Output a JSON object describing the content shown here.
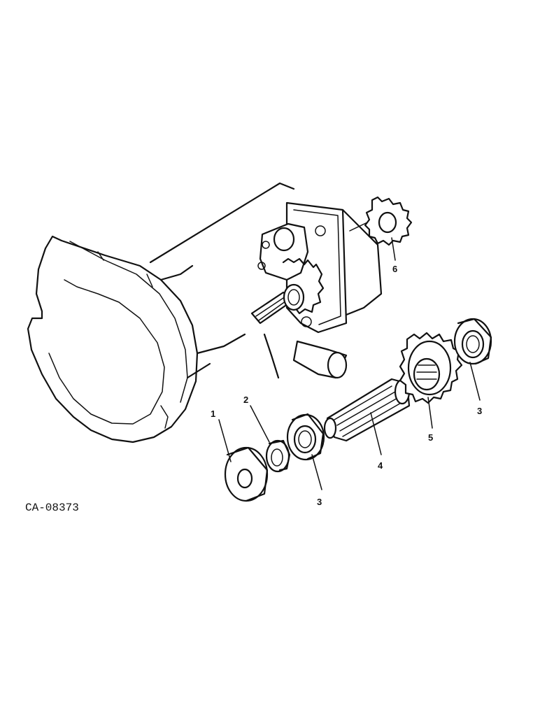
{
  "figure_code": "CA-08373",
  "callouts": [
    {
      "id": "c1",
      "label": "1"
    },
    {
      "id": "c2",
      "label": "2"
    },
    {
      "id": "c3a",
      "label": "3"
    },
    {
      "id": "c3b",
      "label": "3"
    },
    {
      "id": "c4",
      "label": "4"
    },
    {
      "id": "c5",
      "label": "5"
    },
    {
      "id": "c6",
      "label": "6"
    }
  ],
  "line_color": "#111111",
  "background": "#ffffff"
}
